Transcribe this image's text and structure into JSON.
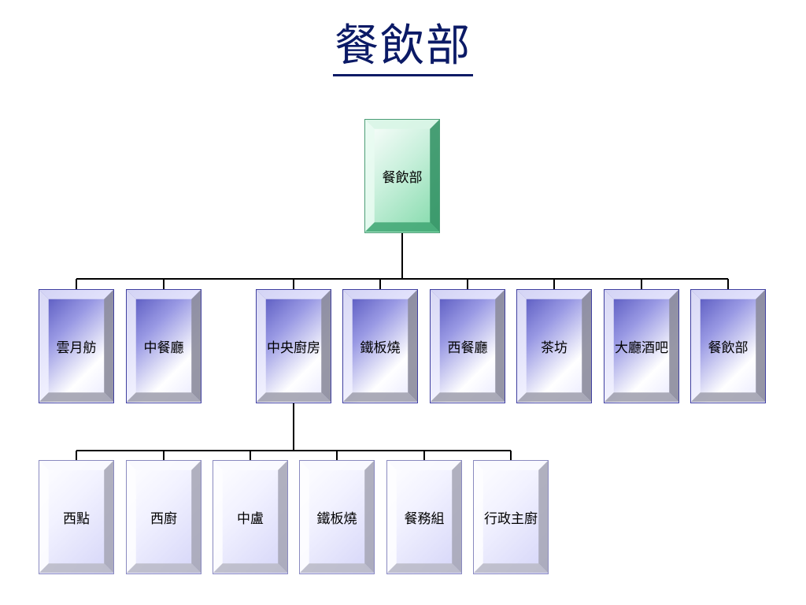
{
  "title": "餐飲部",
  "root": {
    "label": "餐飲部"
  },
  "departments": [
    {
      "label": "雲月舫"
    },
    {
      "label": "中餐廳"
    },
    {
      "label": "中央廚房"
    },
    {
      "label": "鐵板燒"
    },
    {
      "label": "西餐廳"
    },
    {
      "label": "茶坊"
    },
    {
      "label": "大廳酒吧"
    },
    {
      "label": "餐飲部"
    }
  ],
  "kitchen_units": [
    {
      "label": "西點"
    },
    {
      "label": "西廚"
    },
    {
      "label": "中盧"
    },
    {
      "label": "鐵板燒"
    },
    {
      "label": "餐務組"
    },
    {
      "label": "行政主廚"
    }
  ],
  "colors": {
    "title": "#0b1a66",
    "connector": "#000000",
    "root_fill": "#7fd9a8",
    "department_fill": "#4a4ab8",
    "unit_fill": "#d4d4f8"
  }
}
